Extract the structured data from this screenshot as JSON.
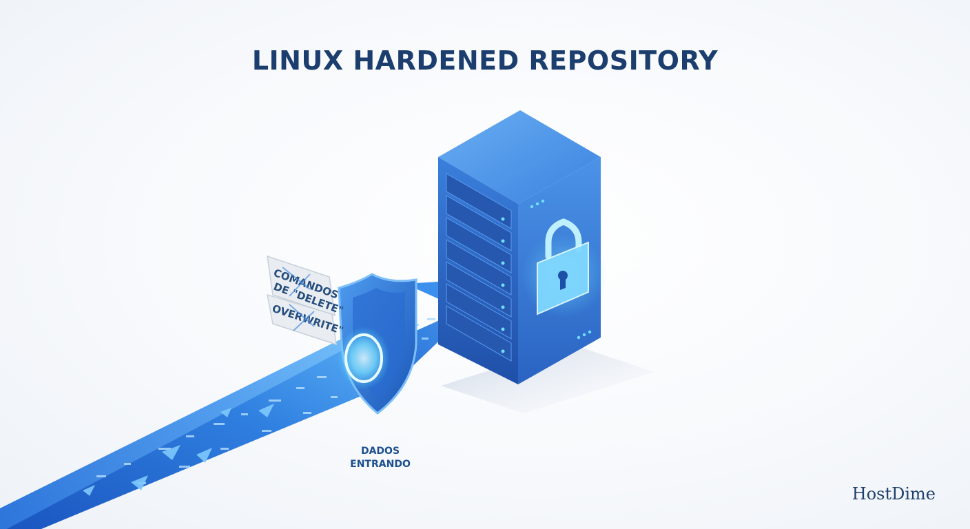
{
  "title": "LINUX HARDENED REPOSITORY",
  "blocked_commands": {
    "delete_line1": "COMANDOS",
    "delete_line2": "DE \"DELETE\"",
    "overwrite": "OVERWRITE\""
  },
  "incoming_data_label": {
    "line1": "DADOS",
    "line2": "ENTRANDO"
  },
  "brand": "HostDime",
  "colors": {
    "title": "#1b3e6e",
    "accent_blue": "#2f7fe0",
    "server_front": "#2a63c2",
    "server_side": "#3d86e4",
    "glow": "#4fd4ff"
  },
  "icons": [
    "shield-icon",
    "padlock-icon",
    "arrow-icon",
    "server-icon"
  ]
}
